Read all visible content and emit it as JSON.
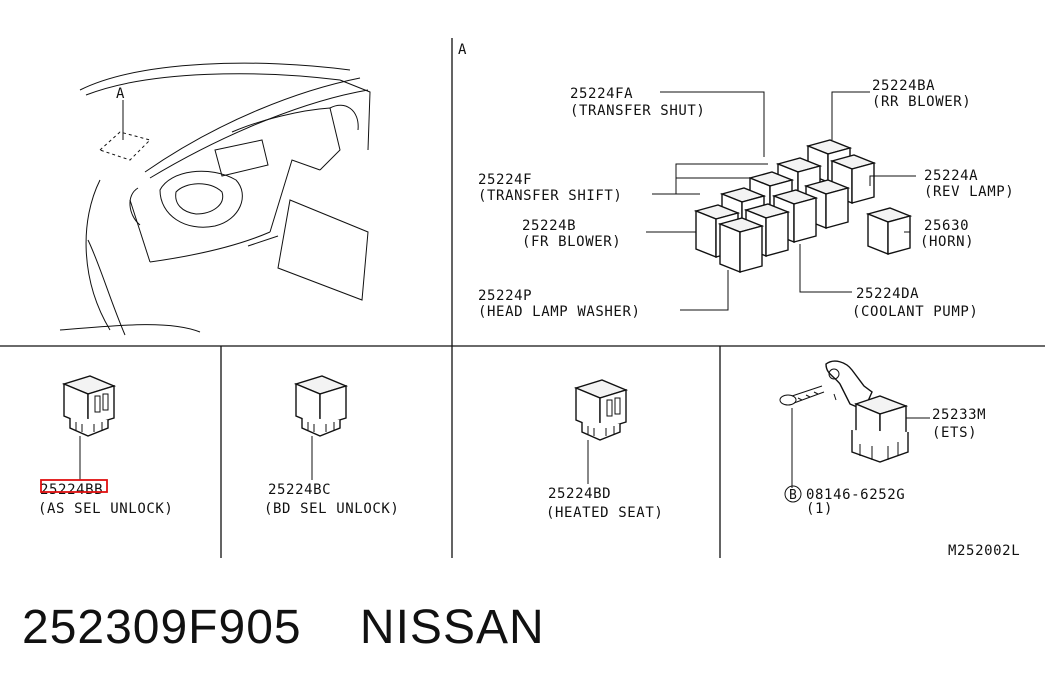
{
  "view_marker": "A",
  "callouts": {
    "transfer_shut": {
      "part": "25224FA",
      "desc": "(TRANSFER SHUT)"
    },
    "rr_blower": {
      "part": "25224BA",
      "desc": "(RR BLOWER)"
    },
    "transfer_shift": {
      "part": "25224F",
      "desc": "(TRANSFER SHIFT)"
    },
    "rev_lamp": {
      "part": "25224A",
      "desc": "(REV LAMP)"
    },
    "fr_blower": {
      "part": "25224B",
      "desc": "(FR BLOWER)"
    },
    "horn": {
      "part": "25630",
      "desc": "(HORN)"
    },
    "head_lamp_washer": {
      "part": "25224P",
      "desc": "(HEAD LAMP WASHER)"
    },
    "coolant_pump": {
      "part": "25224DA",
      "desc": "(COOLANT PUMP)"
    },
    "as_sel_unlock": {
      "part": "25224BB",
      "desc": "(AS SEL UNLOCK)"
    },
    "bd_sel_unlock": {
      "part": "25224BC",
      "desc": "(BD SEL UNLOCK)"
    },
    "heated_seat": {
      "part": "25224BD",
      "desc": "(HEATED SEAT)"
    },
    "ets": {
      "part": "25233M",
      "desc": "(ETS)"
    },
    "bolt": {
      "marker": "B",
      "part": "08146-6252G",
      "qty": "(1)"
    }
  },
  "diagram_code": "M252002L",
  "footer": {
    "part_number": "252309F905",
    "brand": "NISSAN"
  }
}
